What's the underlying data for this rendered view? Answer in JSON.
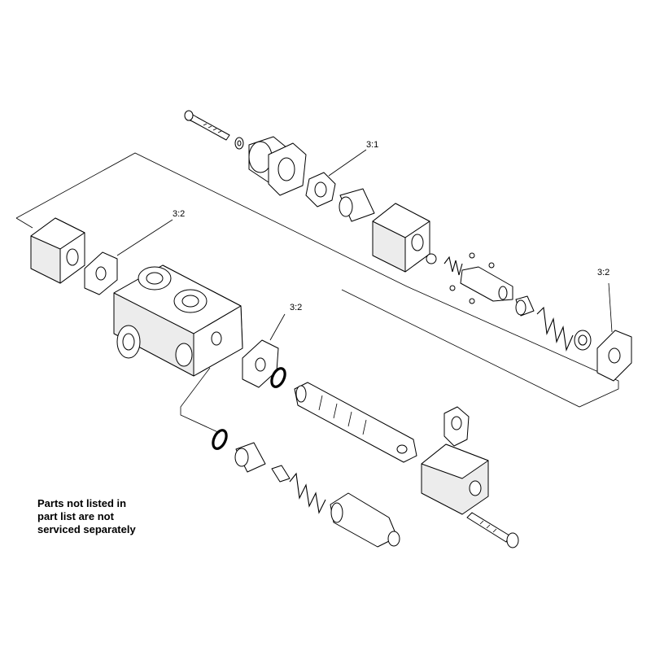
{
  "callouts": {
    "top": "3:1",
    "left_plate": "3:2",
    "center_plate": "3:2",
    "right_plate": "3:2"
  },
  "note": {
    "line1": "Parts not listed in",
    "line2": "part list are not",
    "line3": "serviced separately"
  }
}
